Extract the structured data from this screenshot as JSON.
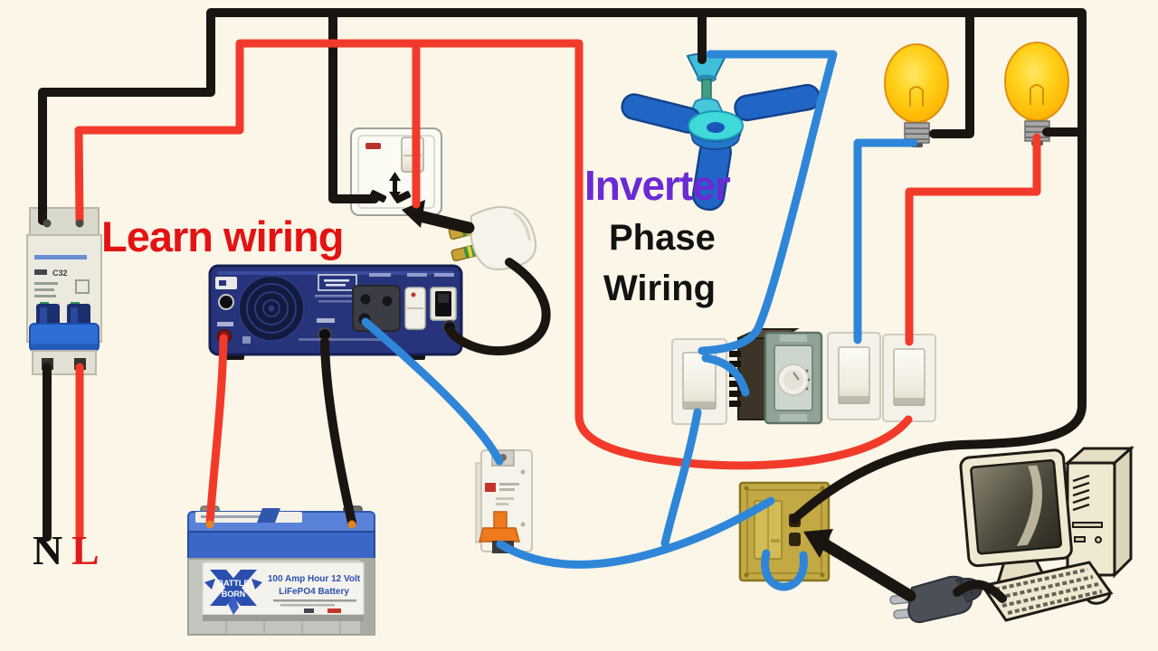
{
  "texts": {
    "learn_wiring": "Learn wiring",
    "inverter": "Inverter",
    "phase": "Phase",
    "wiring": "Wiring",
    "neutral": "N",
    "live": "L"
  },
  "mcb": {
    "model": "C32"
  },
  "battery": {
    "brand_top": "BATTLE",
    "brand_bottom": "BORN",
    "spec_line1": "100 Amp Hour 12 Volt",
    "spec_line2": "LiFePO4 Battery"
  },
  "colors": {
    "background": "#fbf6e7",
    "wire_black": "#1a1511",
    "wire_red": "#f23a2b",
    "wire_blue": "#2f86d8",
    "text_red": "#e31314",
    "text_purple": "#6a2ad4",
    "text_black": "#121212",
    "bulb_yellow": "#ffc908",
    "fan_blue": "#2166c4",
    "fan_cyan": "#3fd9d9",
    "inverter_navy": "#27347c",
    "gold_socket": "#c2a944",
    "battery_blue": "#3a67c8",
    "rccb_toggle_orange": "#ef7a1e",
    "mcb_toggle_blue": "#2e6fd6"
  }
}
